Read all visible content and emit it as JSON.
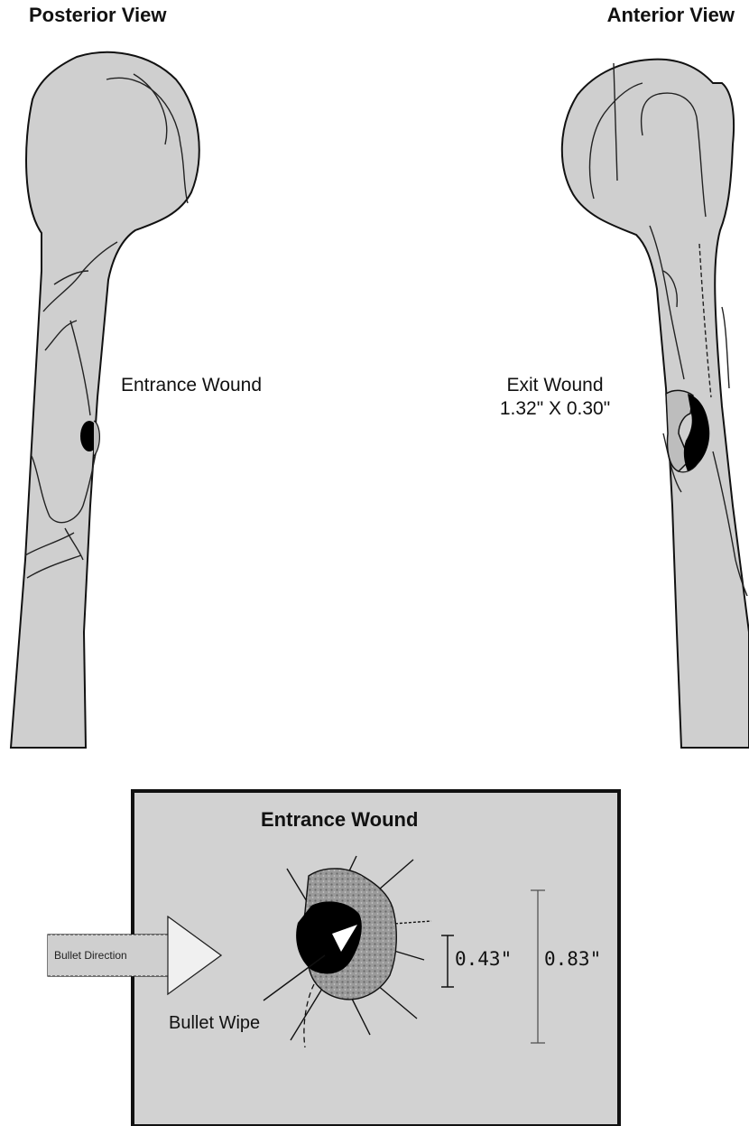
{
  "posterior_view": {
    "title": "Posterior View",
    "wound_label": "Entrance Wound"
  },
  "anterior_view": {
    "title": "Anterior View",
    "wound_label_line1": "Exit Wound",
    "wound_label_line2": "1.32\" X 0.30\""
  },
  "inset": {
    "title": "Entrance Wound",
    "arrow_label": "Bullet Direction",
    "wipe_label": "Bullet Wipe",
    "inner_measure": "0.43\"",
    "outer_measure": "0.83\""
  },
  "colors": {
    "bone_fill": "#cfcfcf",
    "inset_bg": "#d2d2d2",
    "wound": "#000000"
  }
}
